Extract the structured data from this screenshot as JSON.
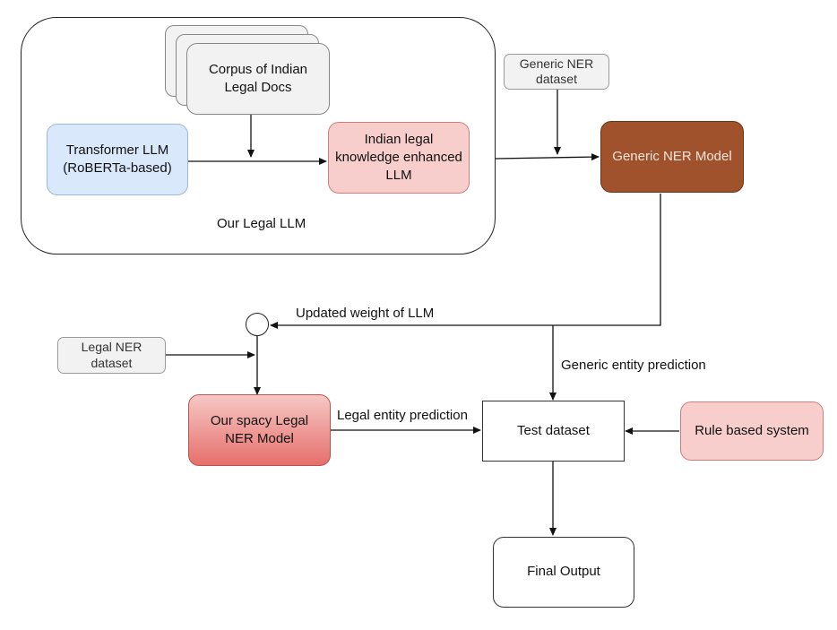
{
  "container": {
    "label": "Our Legal LLM"
  },
  "nodes": {
    "corpus": {
      "lines": [
        "Corpus of Indian",
        "Legal Docs"
      ],
      "fill": "#f2f2f2",
      "stroke": "#888888"
    },
    "transformer": {
      "lines": [
        "Transformer LLM",
        "(RoBERTa-based)"
      ],
      "fill": "#dae8fc",
      "stroke": "#9cb7dd"
    },
    "legal_llm": {
      "lines": [
        "Indian legal",
        "knowledge enhanced",
        "LLM"
      ],
      "fill": "#f8cecc",
      "stroke": "#c9807c"
    },
    "generic_dataset": {
      "lines": [
        "Generic NER",
        "dataset"
      ]
    },
    "generic_ner": {
      "lines": [
        "Generic NER Model"
      ],
      "fill": "#a0522d",
      "stroke": "#6d3317",
      "text_color": "#f5e6dc"
    },
    "legal_dataset": {
      "lines": [
        "Legal NER",
        "dataset"
      ]
    },
    "spacy_ner": {
      "lines": [
        "Our spacy Legal",
        "NER Model"
      ],
      "fill_top": "#f6c8c5",
      "fill_bottom": "#e66f6c",
      "stroke": "#b85450"
    },
    "test_dataset": {
      "lines": [
        "Test dataset"
      ]
    },
    "rule_based": {
      "lines": [
        "Rule based system"
      ],
      "fill": "#f8cecc",
      "stroke": "#c9807c"
    },
    "final_output": {
      "lines": [
        "Final Output"
      ]
    }
  },
  "edge_labels": {
    "updated_weight": "Updated weight of LLM",
    "generic_prediction": "Generic entity prediction",
    "legal_prediction": "Legal entity prediction"
  }
}
